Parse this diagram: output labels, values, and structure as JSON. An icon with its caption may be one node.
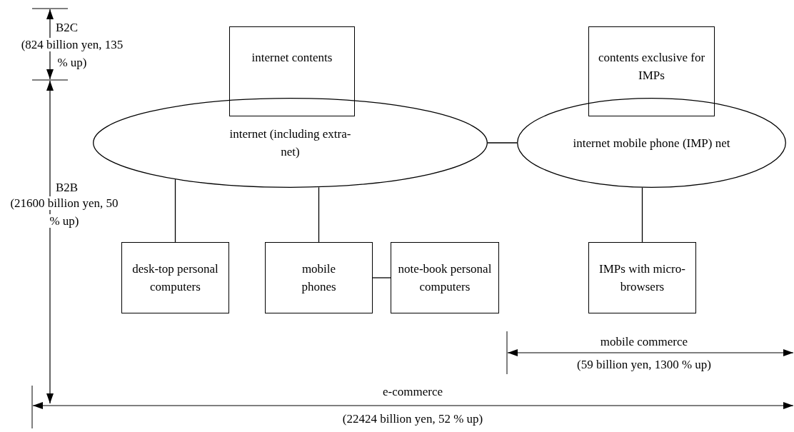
{
  "diagram": {
    "nodes": [
      {
        "text": [
          "internet contents"
        ]
      },
      {
        "text": [
          "internet (including extra-net)"
        ]
      },
      {
        "text": [
          "contents exclusive for IMPs"
        ]
      },
      {
        "text": [
          "internet mobile phone (IMP) net"
        ]
      },
      {
        "text": [
          "desk-top personal computers"
        ]
      },
      {
        "text": [
          "mobile phones"
        ]
      },
      {
        "text": [
          "note-book personal computers"
        ]
      },
      {
        "text": [
          "IMPs with micro-browsers"
        ]
      }
    ],
    "edges": [
      {
        "from": 1,
        "to": 3,
        "arrow": "none"
      },
      {
        "from": 1,
        "to": 4,
        "arrow": "none"
      },
      {
        "from": 1,
        "to": 5,
        "arrow": "none"
      },
      {
        "from": 5,
        "to": 6,
        "arrow": "none"
      },
      {
        "from": 3,
        "to": 7,
        "arrow": "none"
      }
    ],
    "labels": [
      "B2C",
      "(824 billion yen, 135 % up)",
      "B2B",
      "(21600 billion yen, 50 % up)",
      "mobile commerce",
      "(59 billion yen, 1300 % up)",
      "e-commerce",
      "(22424 billion yen, 52 % up)"
    ]
  }
}
